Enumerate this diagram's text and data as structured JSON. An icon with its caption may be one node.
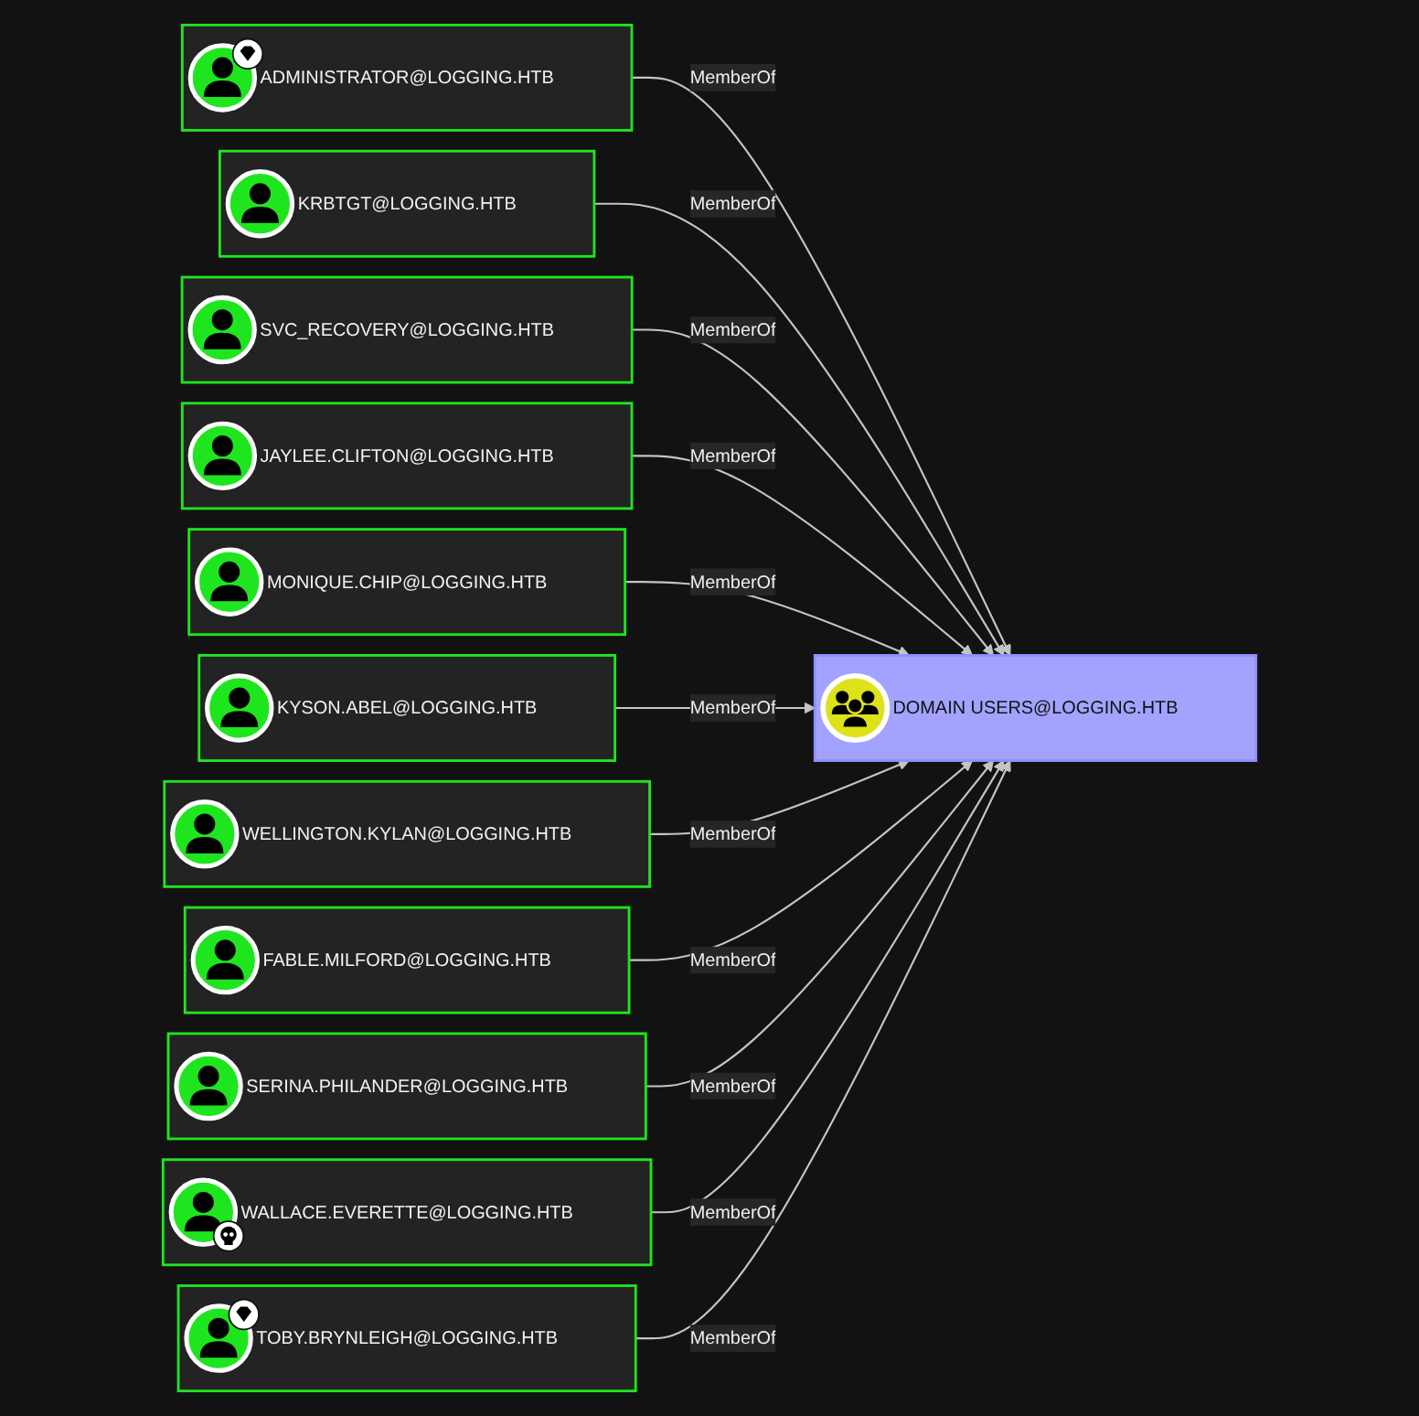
{
  "diagram": {
    "nodes": [
      {
        "text": [
          "ADMINISTRATOR@LOGGING.HTB"
        ]
      },
      {
        "text": [
          "KRBTGT@LOGGING.HTB"
        ]
      },
      {
        "text": [
          "SVC_RECOVERY@LOGGING.HTB"
        ]
      },
      {
        "text": [
          "JAYLEE.CLIFTON@LOGGING.HTB"
        ]
      },
      {
        "text": [
          "MONIQUE.CHIP@LOGGING.HTB"
        ]
      },
      {
        "text": [
          "KYSON.ABEL@LOGGING.HTB"
        ]
      },
      {
        "text": [
          "WELLINGTON.KYLAN@LOGGING.HTB"
        ]
      },
      {
        "text": [
          "FABLE.MILFORD@LOGGING.HTB"
        ]
      },
      {
        "text": [
          "SERINA.PHILANDER@LOGGING.HTB"
        ]
      },
      {
        "text": [
          "WALLACE.EVERETTE@LOGGING.HTB"
        ]
      },
      {
        "text": [
          "TOBY.BRYNLEIGH@LOGGING.HTB"
        ]
      },
      {
        "text": [
          "DOMAIN USERS@LOGGING.HTB"
        ]
      }
    ],
    "edges": [
      {
        "from": 0,
        "to": 11,
        "arrow": "to",
        "label": "MemberOf"
      },
      {
        "from": 1,
        "to": 11,
        "arrow": "to",
        "label": "MemberOf"
      },
      {
        "from": 2,
        "to": 11,
        "arrow": "to",
        "label": "MemberOf"
      },
      {
        "from": 3,
        "to": 11,
        "arrow": "to",
        "label": "MemberOf"
      },
      {
        "from": 4,
        "to": 11,
        "arrow": "to",
        "label": "MemberOf"
      },
      {
        "from": 5,
        "to": 11,
        "arrow": "to",
        "label": "MemberOf"
      },
      {
        "from": 6,
        "to": 11,
        "arrow": "to",
        "label": "MemberOf"
      },
      {
        "from": 7,
        "to": 11,
        "arrow": "to",
        "label": "MemberOf"
      },
      {
        "from": 8,
        "to": 11,
        "arrow": "to",
        "label": "MemberOf"
      },
      {
        "from": 9,
        "to": 11,
        "arrow": "to",
        "label": "MemberOf"
      },
      {
        "from": 10,
        "to": 11,
        "arrow": "to",
        "label": "MemberOf"
      }
    ]
  }
}
